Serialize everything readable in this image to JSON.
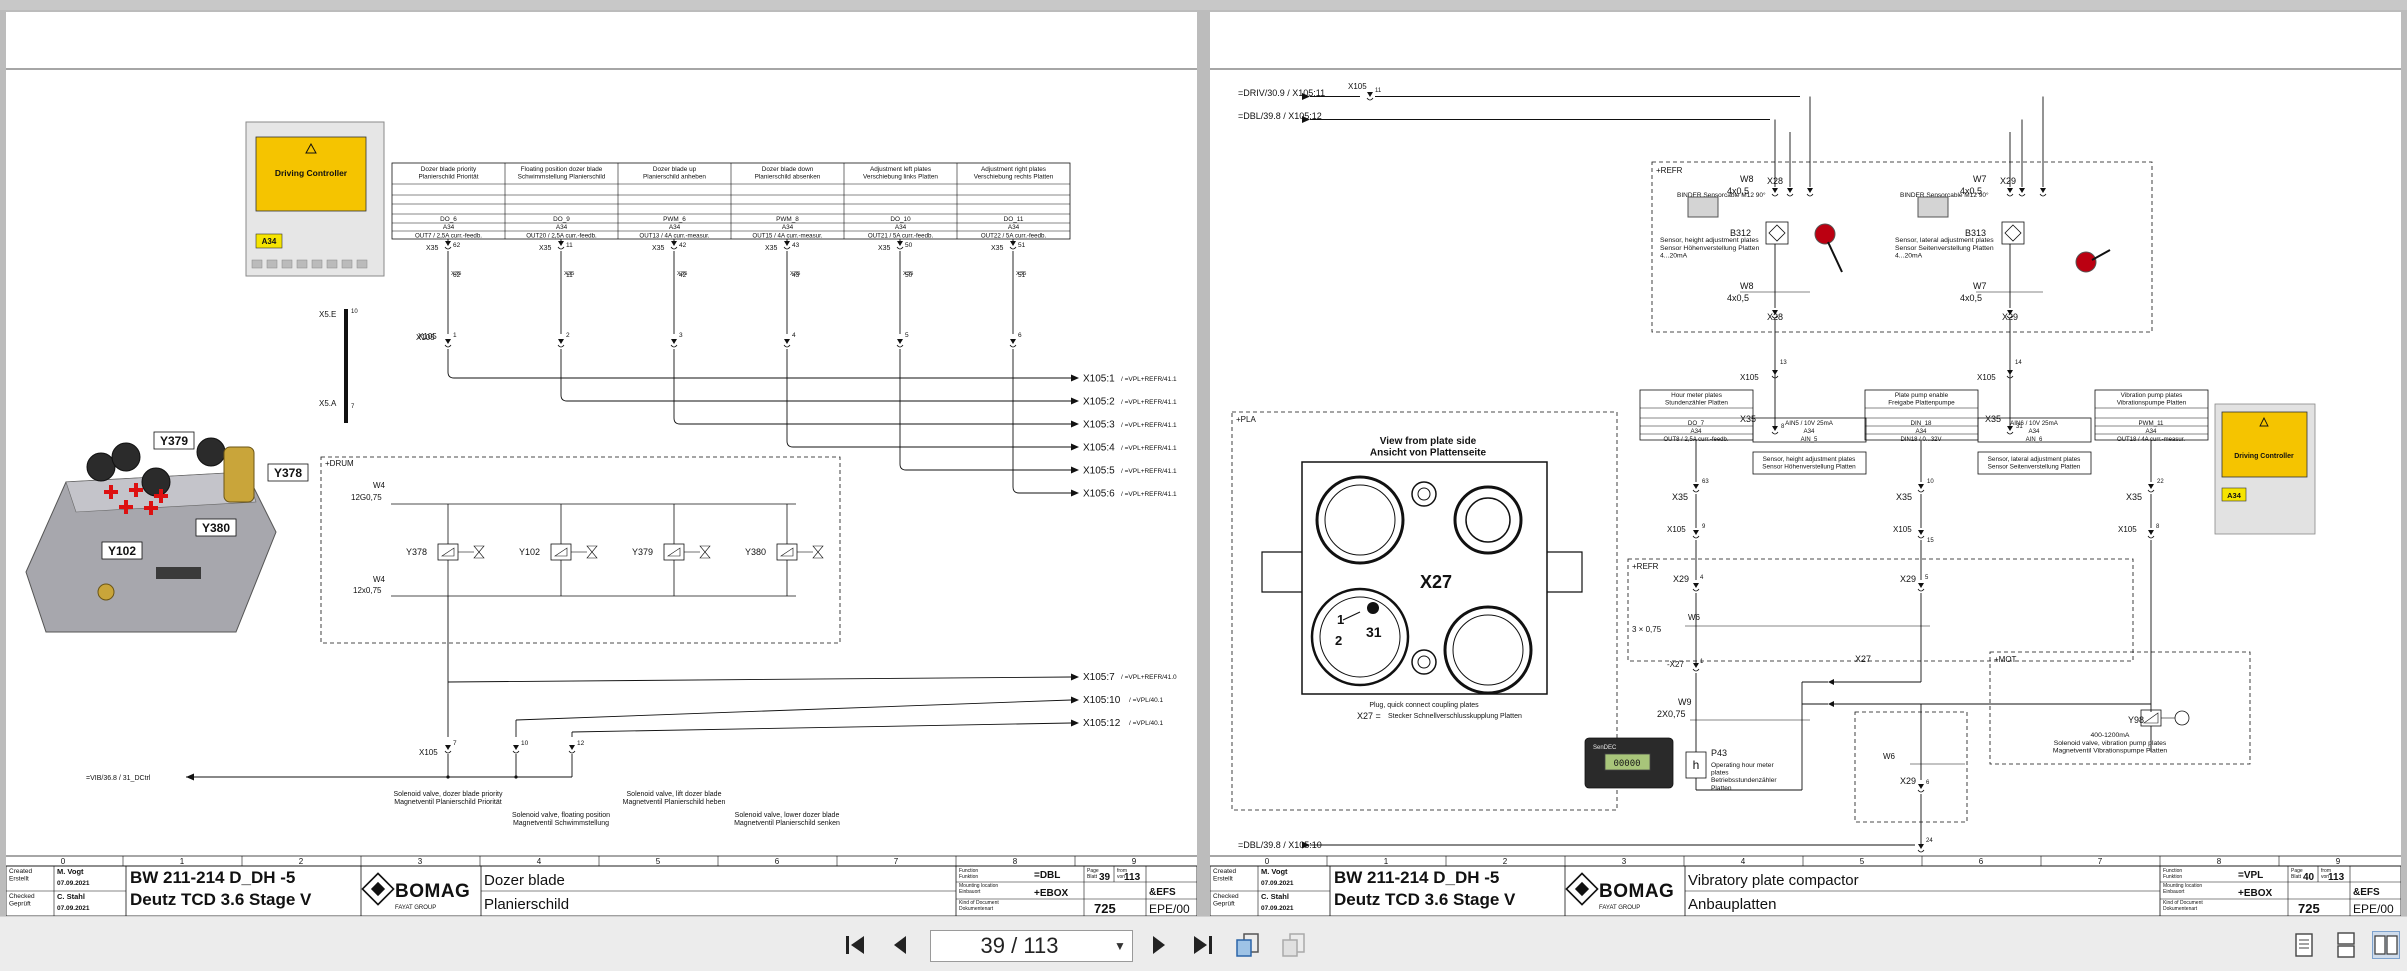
{
  "pages": [
    {
      "id": "left",
      "title_block": {
        "created_label": "Created\nErstellt",
        "created_by": "M. Vogt",
        "created_date": "07.09.2021",
        "checked_label": "Checked\nGeprüft",
        "checked_by": "C. Stahl",
        "checked_date": "07.09.2021",
        "machine": "BW 211-214 D_DH -5",
        "engine": "Deutz TCD 3.6 Stage V",
        "brand": "BOMAG",
        "brand_sub": "FAYAT GROUP",
        "desc_en": "Dozer blade",
        "desc_de": "Planierschild",
        "function_label": "Function\nFunktion",
        "function_value": "=DBL",
        "mounting_label": "Mounting location\nEinbauort",
        "mounting_value": "+EBOX",
        "kind_label": "Kind of Document\nDokumentenart",
        "kind_value": "&EFS",
        "page_label": "Page\nBlatt",
        "page_value": "39",
        "from_label": "from\nvon",
        "from_value": "113",
        "doc_number": "725",
        "revision": "EPE/00"
      },
      "columns": [
        "0",
        "1",
        "2",
        "3",
        "4",
        "5",
        "6",
        "7",
        "8",
        "9"
      ],
      "controller_label": "Driving Controller",
      "controller_tag": "A34",
      "table_headers": [
        "Dozer blade priority\nPlanierschild Priorität",
        "Floating position dozer blade\nSchwimmstellung Planierschild",
        "Dozer blade up\nPlanierschild anheben",
        "Dozer blade down\nPlanierschild absenken",
        "Adjustment left plates\nVerschiebung links Platten",
        "Adjustment right plates\nVerschiebung rechts Platten"
      ],
      "table_signals": [
        "DO_6",
        "DO_9",
        "PWM_6",
        "PWM_8",
        "DO_10",
        "DO_11"
      ],
      "table_a34": [
        "A34",
        "A34",
        "A34",
        "A34",
        "A34",
        "A34"
      ],
      "table_outputs": [
        "OUT7 / 2,5A curr.-feedb.",
        "OUT20 / 2,5A curr.-feedb.",
        "OUT13 / 4A curr.-measur.",
        "OUT15 / 4A curr.-measur.",
        "OUT21 / 5A curr.-feedb.",
        "OUT22 / 5A curr.-feedb."
      ],
      "x35_pins": [
        "62",
        "11",
        "42",
        "43",
        "50",
        "51"
      ],
      "x35_label": "X35",
      "x105_label": "X105",
      "x105_pins": [
        "1",
        "2",
        "3",
        "4",
        "5",
        "6"
      ],
      "x5e": "X5.E",
      "x5a": "X5.A",
      "x5e_pin": "10",
      "x5a_pin": "7",
      "drum_label": "+DRUM",
      "w4_top": "W4",
      "w4_top_spec": "12G0,75",
      "w4_bot": "W4",
      "w4_bot_spec": "12x0,75",
      "valves": [
        "Y378",
        "Y102",
        "Y379",
        "Y380"
      ],
      "block_labels": [
        "Y379",
        "Y378",
        "Y380",
        "Y102"
      ],
      "x105_refs": [
        {
          "t": "X105:1",
          "r": "/ =VPL+REFR/41.1"
        },
        {
          "t": "X105:2",
          "r": "/ =VPL+REFR/41.1"
        },
        {
          "t": "X105:3",
          "r": "/ =VPL+REFR/41.1"
        },
        {
          "t": "X105:4",
          "r": "/ =VPL+REFR/41.1"
        },
        {
          "t": "X105:5",
          "r": "/ =VPL+REFR/41.1"
        },
        {
          "t": "X105:6",
          "r": "/ =VPL+REFR/41.1"
        },
        {
          "t": "X105:7",
          "r": "/ =VPL+REFR/41.0"
        },
        {
          "t": "X105:10",
          "r": "/ =VPL/40.1"
        },
        {
          "t": "X105:12",
          "r": "/ =VPL/40.1"
        }
      ],
      "bottom_x105_pins": [
        "7",
        "10",
        "12"
      ],
      "gnd_ref": "=VIB/36.8 / 31_DCtrl",
      "captions": [
        "Solenoid valve, dozer blade priority\nMagnetventil Planierschild Priorität",
        "Solenoid valve, floating position\nMagnetventil Schwimmstellung",
        "Solenoid valve, lift dozer blade\nMagnetventil Planierschild heben",
        "Solenoid valve, lower dozer blade\nMagnetventil Planierschild senken"
      ]
    },
    {
      "id": "right",
      "title_block": {
        "created_label": "Created\nErstellt",
        "created_by": "M. Vogt",
        "created_date": "07.09.2021",
        "checked_label": "Checked\nGeprüft",
        "checked_by": "C. Stahl",
        "checked_date": "07.09.2021",
        "machine": "BW 211-214 D_DH -5",
        "engine": "Deutz TCD 3.6 Stage V",
        "brand": "BOMAG",
        "brand_sub": "FAYAT GROUP",
        "desc_en": "Vibratory plate compactor",
        "desc_de": "Anbauplatten",
        "function_label": "Function\nFunktion",
        "function_value": "=VPL",
        "mounting_label": "Mounting location\nEinbauort",
        "mounting_value": "+EBOX",
        "kind_label": "Kind of Document\nDokumentenart",
        "kind_value": "&EFS",
        "page_label": "Page\nBlatt",
        "page_value": "40",
        "from_label": "from\nvon",
        "from_value": "113",
        "doc_number": "725",
        "revision": "EPE/00"
      },
      "columns": [
        "0",
        "1",
        "2",
        "3",
        "4",
        "5",
        "6",
        "7",
        "8",
        "9"
      ],
      "refs_top": [
        {
          "t": "=DRIV/30.9 / X105:11"
        },
        {
          "t": "=DBL/39.8 / X105:12"
        }
      ],
      "ref_bottom": "=DBL/39.8 / X105:10",
      "refr_label": "+REFR",
      "pla_label": "+PLA",
      "mot_label": "+MOT",
      "w8": "W8",
      "w8_spec": "4x0,5",
      "w7": "W7",
      "w7_spec": "4x0,5",
      "binder": "BINDER Sensorcable M12 90°",
      "b312": "B312",
      "b313": "B313",
      "b312_desc": "Sensor, height adjustment plates\nSensor Höhenverstellung Platten\n4...20mA",
      "b313_desc": "Sensor, lateral adjustment plates\nSensor Seitenverstellung Platten\n4...20mA",
      "x28": "X28",
      "x29": "X29",
      "x105": "X105",
      "x35": "X35",
      "ctrl_headers": [
        "Hour meter plates\nStundenzähler Platten",
        "Plate pump enable\nFreigabe Plattenpumpe",
        "Vibration pump plates\nVibrationspumpe Platten"
      ],
      "ctrl_rows": [
        {
          "sig": "DO_7",
          "a": "A34",
          "io": "OUT8 / 2,5A curr.-feedb.",
          "pin": "63"
        },
        {
          "sig": "AIN5 / 10V 25mA",
          "a": "A34",
          "io": "AIN_5",
          "pin": "8"
        },
        {
          "sig": "DIN_18",
          "a": "A34",
          "io": "DIN18 / 0...32V",
          "pin": "10"
        },
        {
          "sig": "AIN6 / 10V 25mA",
          "a": "A34",
          "io": "AIN_6",
          "pin": "31"
        },
        {
          "sig": "PWM_11",
          "a": "A34",
          "io": "OUT18 / 4A curr.-measur.",
          "pin": "22"
        }
      ],
      "sensor_boxes": [
        "Sensor, height adjustment plates\nSensor Höhenverstellung Platten",
        "Sensor, lateral adjustment plates\nSensor Seitenverstellung Platten"
      ],
      "view_title": "View from plate side\nAnsicht von Plattenseite",
      "x27": "X27",
      "x27_pins": [
        "1",
        "2",
        "31"
      ],
      "x27_caption": "Plug, quick connect coupling plates\nStecker Schnellverschlusskupplung Platten",
      "w6": "W6",
      "w6_spec": "3 × 0,75",
      "w9": "W9",
      "w9_spec": "2X0,75",
      "p43": "P43",
      "p43_desc": "Operating hour meter\nplates\nBetriebsstundenzähler\nPlatten",
      "y98": "Y98",
      "y98_desc": "400-1200mA\nSolenoid valve, vibration pump plates\nMagnetventil Vibrationspumpe Platten",
      "controller_label": "Driving Controller",
      "controller_tag": "A34",
      "meter_brand": "SenDEC",
      "meter_reading": "00000"
    }
  ],
  "toolbar": {
    "page_display": "39 / 113",
    "first_icon": "first-page-icon",
    "prev_icon": "previous-page-icon",
    "next_icon": "next-page-icon",
    "last_icon": "last-page-icon"
  }
}
